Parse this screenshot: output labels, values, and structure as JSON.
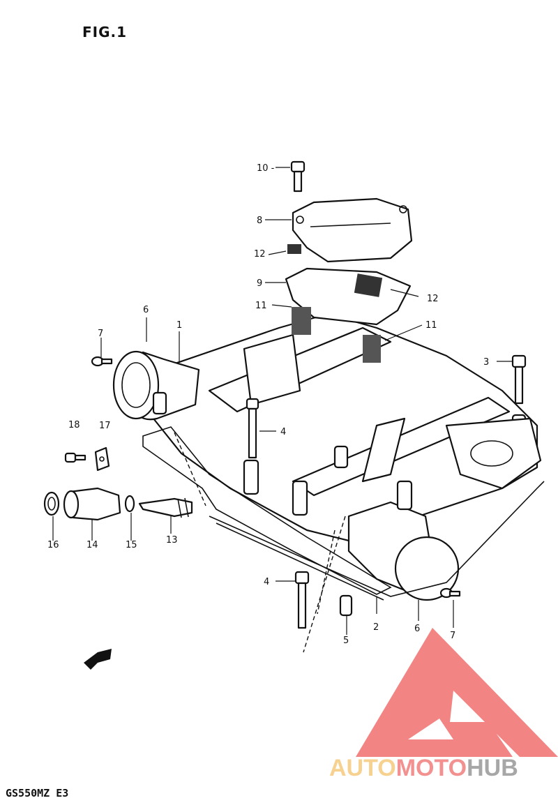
{
  "figure_title": "FIG.1",
  "model_code": "GS550MZ E3",
  "callouts": [
    {
      "id": "c10",
      "label": "10 -"
    },
    {
      "id": "c8",
      "label": "8"
    },
    {
      "id": "c12a",
      "label": "12"
    },
    {
      "id": "c9",
      "label": "9"
    },
    {
      "id": "c12b",
      "label": "12"
    },
    {
      "id": "c11a",
      "label": "11"
    },
    {
      "id": "c11b",
      "label": "11"
    },
    {
      "id": "c6a",
      "label": "6"
    },
    {
      "id": "c1",
      "label": "1"
    },
    {
      "id": "c7a",
      "label": "7"
    },
    {
      "id": "c3",
      "label": "3"
    },
    {
      "id": "c4a",
      "label": "4"
    },
    {
      "id": "c18",
      "label": "18"
    },
    {
      "id": "c17",
      "label": "17"
    },
    {
      "id": "c16",
      "label": "16"
    },
    {
      "id": "c14",
      "label": "14"
    },
    {
      "id": "c15",
      "label": "15"
    },
    {
      "id": "c13",
      "label": "13"
    },
    {
      "id": "c4b",
      "label": "4"
    },
    {
      "id": "c5",
      "label": "5"
    },
    {
      "id": "c2",
      "label": "2"
    },
    {
      "id": "c6b",
      "label": "6"
    },
    {
      "id": "c7b",
      "label": "7"
    }
  ],
  "watermark": {
    "word_part1": "AUTO",
    "word_part2": "MOTO",
    "word_part3": "HUB",
    "color_part1": "#f5c26b",
    "color_part2": "#ef6b6b",
    "color_part3": "#8a8a8a",
    "logo_color": "#ef5b5b"
  }
}
